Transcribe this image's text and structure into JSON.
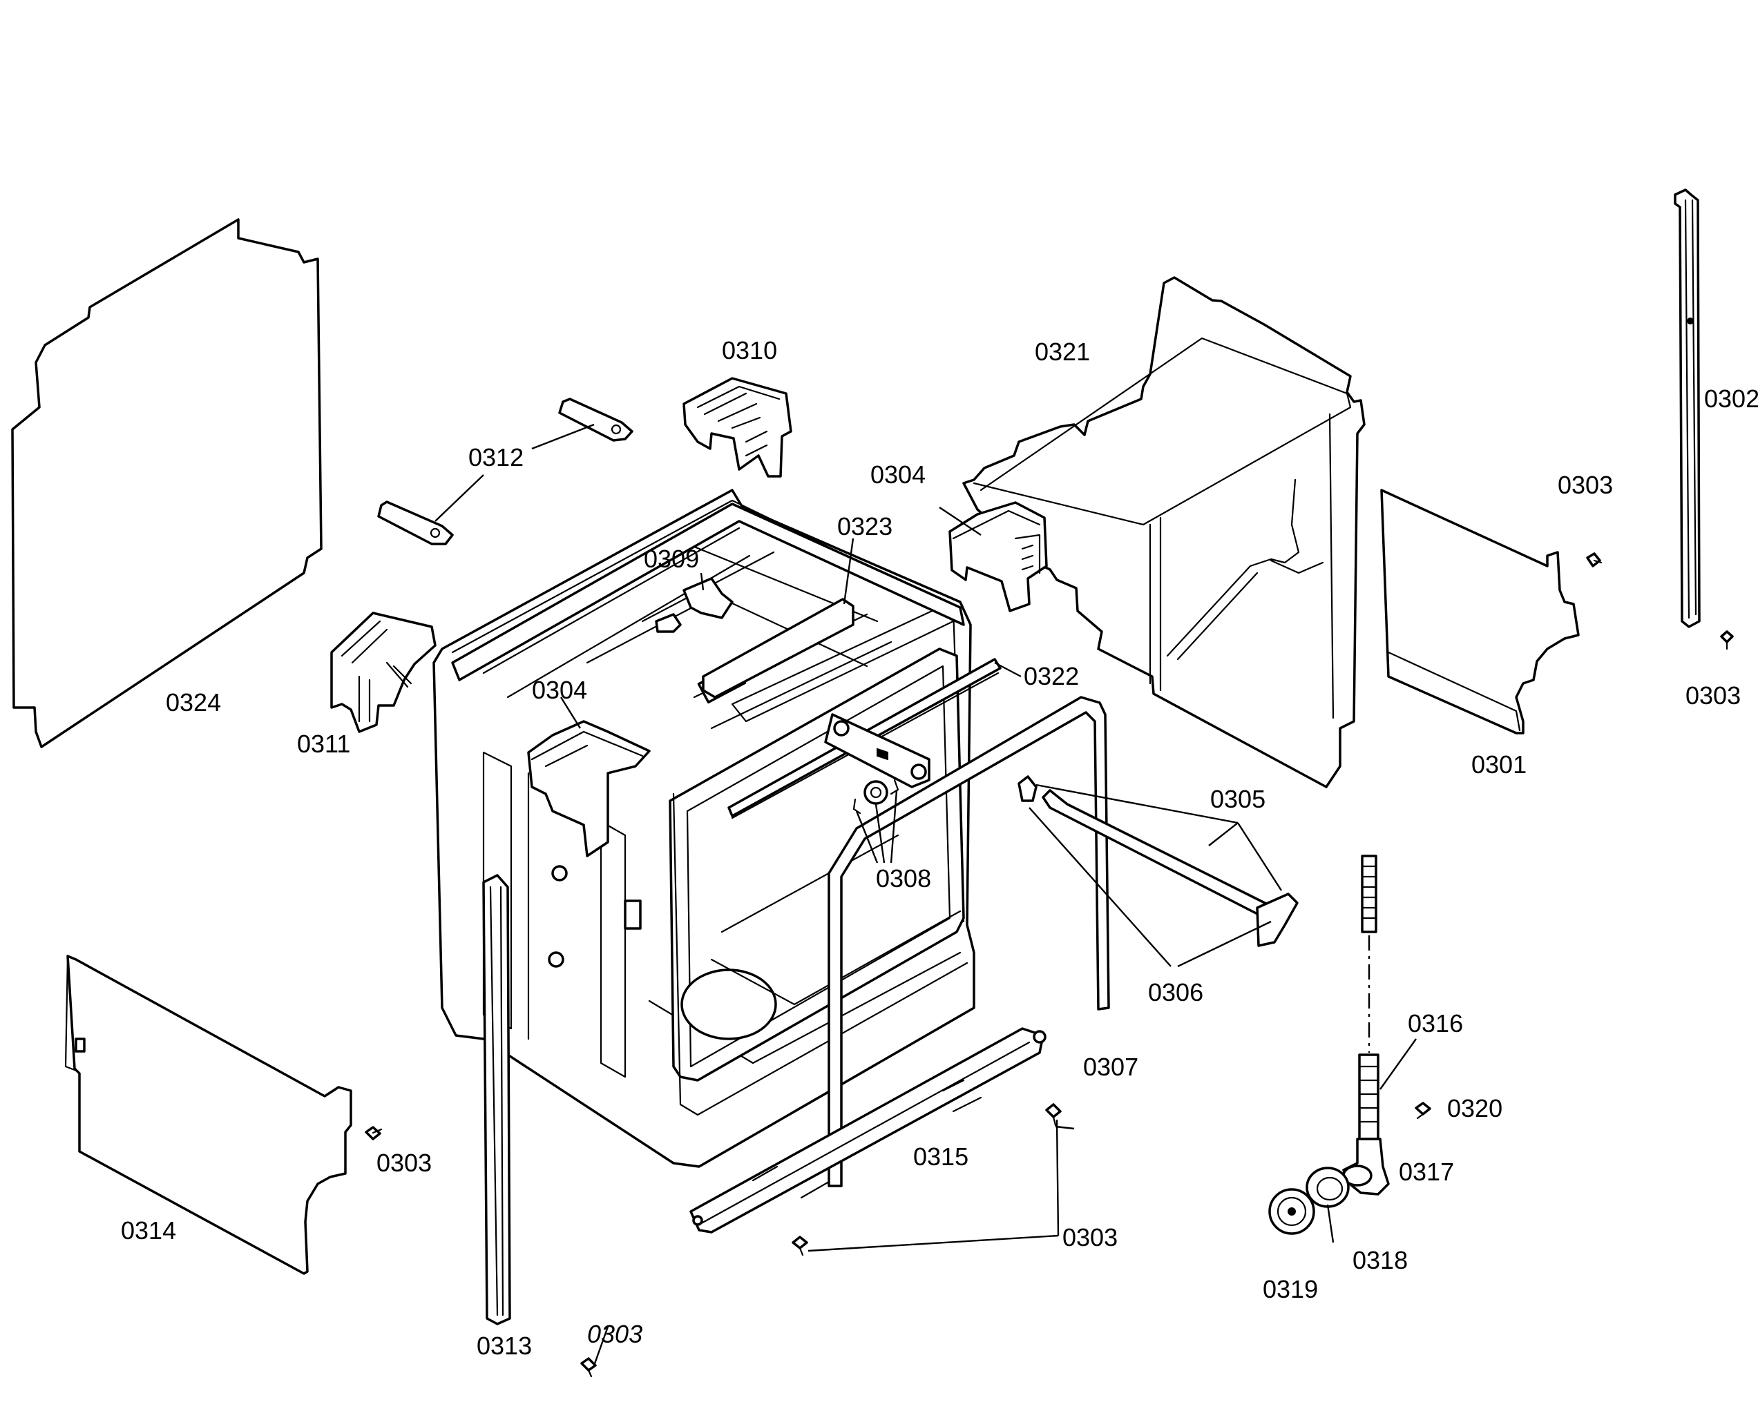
{
  "labels": {
    "p0301": "0301",
    "p0302": "0302",
    "p0303": "0303",
    "p0304": "0304",
    "p0305": "0305",
    "p0306": "0306",
    "p0307": "0307",
    "p0308": "0308",
    "p0309": "0309",
    "p0310": "0310",
    "p0311": "0311",
    "p0312": "0312",
    "p0313": "0313",
    "p0314": "0314",
    "p0315": "0315",
    "p0316": "0316",
    "p0317": "0317",
    "p0318": "0318",
    "p0319": "0319",
    "p0320": "0320",
    "p0321": "0321",
    "p0322": "0322",
    "p0323": "0323",
    "p0324": "0324"
  }
}
